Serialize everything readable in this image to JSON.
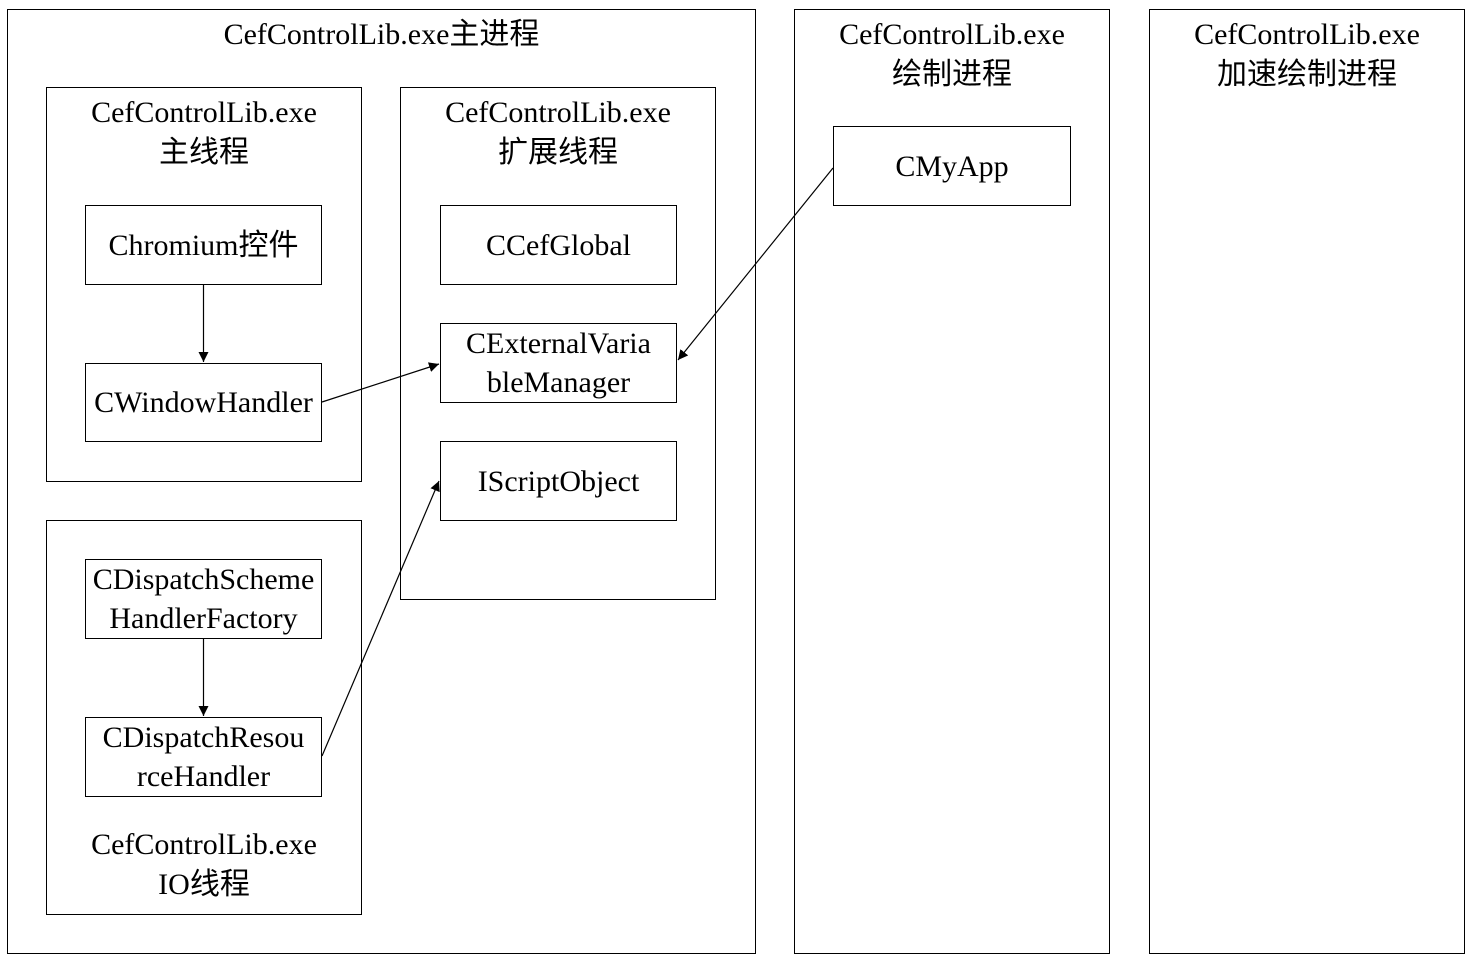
{
  "processes": {
    "main_process": {
      "title": "CefControlLib.exe主进程"
    },
    "render_process": {
      "title_line1": "CefControlLib.exe",
      "title_line2": "绘制进程"
    },
    "gpu_process": {
      "title_line1": "CefControlLib.exe",
      "title_line2": "加速绘制进程"
    }
  },
  "threads": {
    "main_thread": {
      "title_line1": "CefControlLib.exe",
      "title_line2": "主线程"
    },
    "ext_thread": {
      "title_line1": "CefControlLib.exe",
      "title_line2": "扩展线程"
    },
    "io_thread": {
      "title_line1": "CefControlLib.exe",
      "title_line2": "IO线程"
    }
  },
  "nodes": {
    "chromium": {
      "line1": "Chromium控件"
    },
    "window_handler": {
      "line1": "CWindowHandler"
    },
    "cef_global": {
      "line1": "CCefGlobal"
    },
    "ext_var_mgr": {
      "line1": "CExternalVaria",
      "line2": "bleManager"
    },
    "script_object": {
      "line1": "IScriptObject"
    },
    "scheme_factory": {
      "line1": "CDispatchScheme",
      "line2": "HandlerFactory"
    },
    "resource_handler": {
      "line1": "CDispatchResou",
      "line2": "rceHandler"
    },
    "my_app": {
      "line1": "CMyApp"
    }
  },
  "edges": [
    {
      "from": "Chromium控件",
      "to": "CWindowHandler"
    },
    {
      "from": "CWindowHandler",
      "to": "CExternalVariableManager"
    },
    {
      "from": "CMyApp",
      "to": "CExternalVariableManager"
    },
    {
      "from": "CDispatchSchemeHandlerFactory",
      "to": "CDispatchResourceHandler"
    },
    {
      "from": "CDispatchResourceHandler",
      "to": "IScriptObject"
    }
  ]
}
